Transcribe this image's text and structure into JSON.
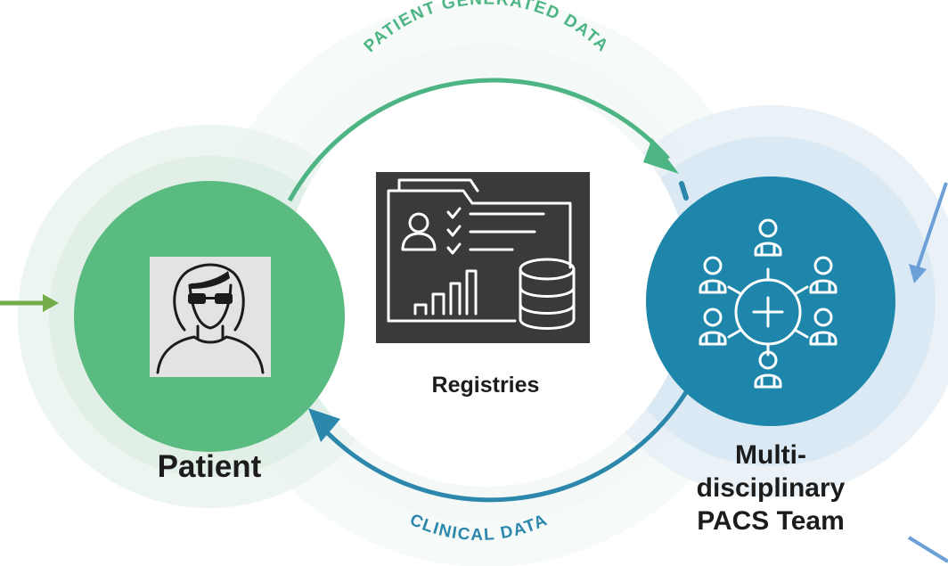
{
  "arcs": {
    "top_label": "PATIENT GENERATED DATA",
    "bottom_label": "CLINICAL DATA"
  },
  "nodes": {
    "patient": {
      "label": "Patient",
      "icon": "woman-with-glasses-icon"
    },
    "registries": {
      "label": "Registries",
      "icon": "registry-database-icon"
    },
    "team": {
      "label_lines": [
        "Multi-",
        "disciplinary",
        "PACS Team"
      ],
      "icon": "team-network-icon"
    }
  },
  "colors": {
    "patient_green": "#5abb80",
    "team_blue": "#1e86ab",
    "arc_green": "#4db584",
    "arc_blue": "#2c87ac",
    "registry_panel": "#3a3a3a",
    "side_arrow_green": "#73ad4a",
    "side_arrow_blue": "#6a9fd8"
  }
}
